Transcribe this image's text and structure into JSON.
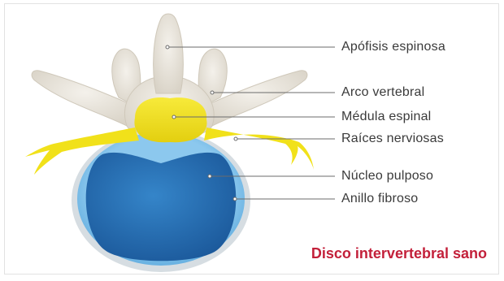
{
  "diagram": {
    "labels": [
      {
        "id": "spinous-process",
        "text": "Apófisis espinosa"
      },
      {
        "id": "vertebral-arch",
        "text": "Arco vertebral"
      },
      {
        "id": "spinal-cord",
        "text": "Médula espinal"
      },
      {
        "id": "nerve-roots",
        "text": "Raíces nerviosas"
      },
      {
        "id": "nucleus-pulposus",
        "text": "Núcleo pulposo"
      },
      {
        "id": "annulus-fibrosus",
        "text": "Anillo fibroso"
      }
    ],
    "caption": "Disco intervertebral sano",
    "colors": {
      "bone": "#ebe6dc",
      "spinal_cord": "#f1e11a",
      "nucleus": "#2a6fb6",
      "annulus_inner": "#7fc1ea",
      "annulus_outer": "#d6dde2",
      "leader_line": "#6b6b6b",
      "caption": "#c3203a"
    }
  }
}
